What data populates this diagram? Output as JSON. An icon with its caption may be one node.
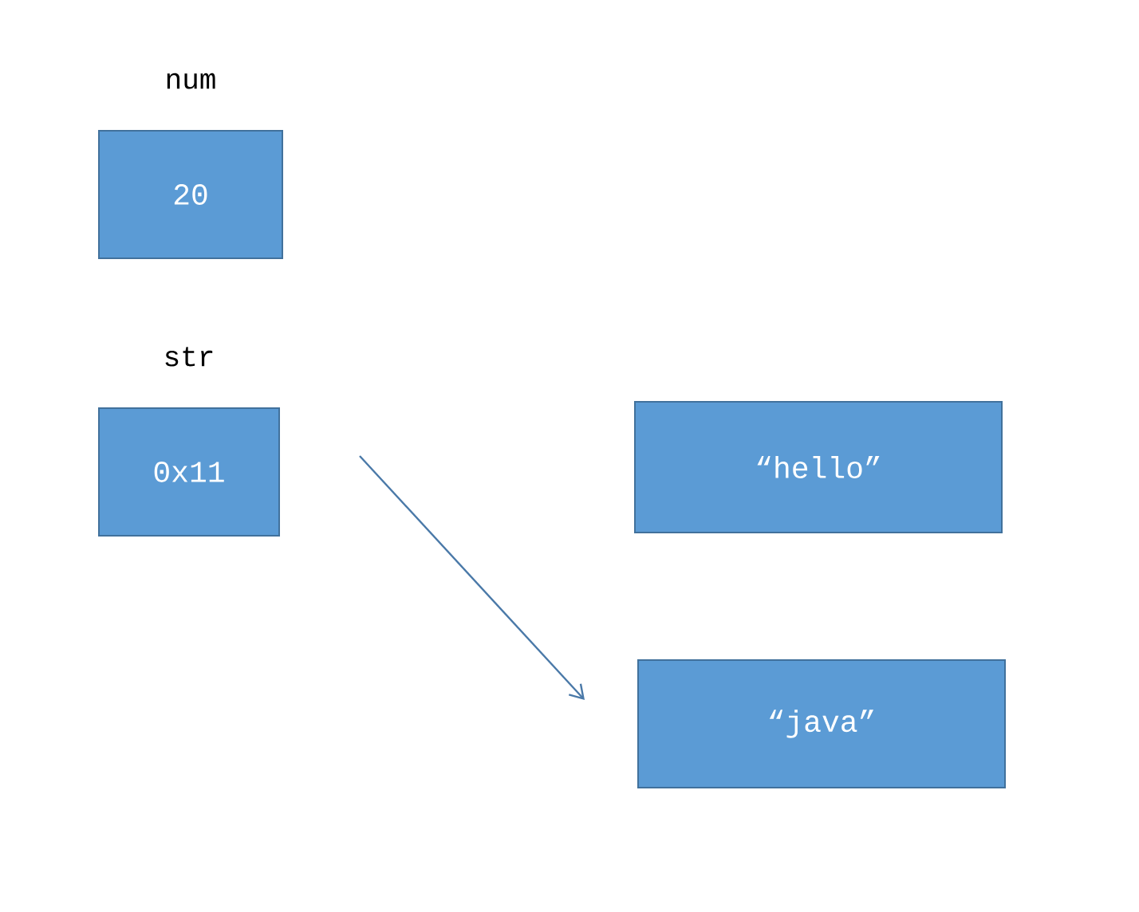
{
  "diagram": {
    "nodes": [
      {
        "text": [
          "num",
          "20"
        ]
      },
      {
        "text": [
          "str",
          "0x11"
        ]
      },
      {
        "text": [
          "“hello”"
        ]
      },
      {
        "text": [
          "“java”"
        ]
      }
    ],
    "edges": [
      {
        "from": 1,
        "to": 3,
        "arrow": "to"
      }
    ]
  }
}
